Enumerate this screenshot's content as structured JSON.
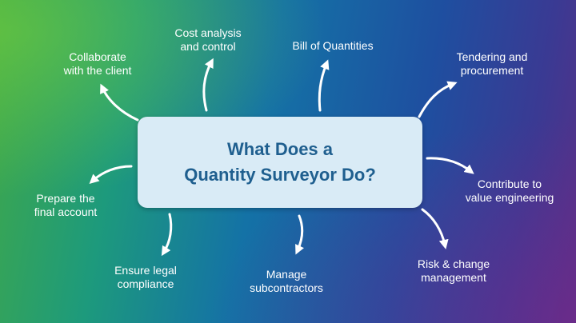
{
  "center": {
    "title": "What Does a\nQuantity Surveyor Do?"
  },
  "items": [
    {
      "id": "collaborate",
      "label": "Collaborate\nwith the client"
    },
    {
      "id": "cost",
      "label": "Cost analysis\nand control"
    },
    {
      "id": "boq",
      "label": "Bill of Quantities"
    },
    {
      "id": "tendering",
      "label": "Tendering and\nprocurement"
    },
    {
      "id": "value",
      "label": "Contribute to\nvalue engineering"
    },
    {
      "id": "risk",
      "label": "Risk & change\nmanagement"
    },
    {
      "id": "subcontractors",
      "label": "Manage\nsubcontractors"
    },
    {
      "id": "legal",
      "label": "Ensure legal\ncompliance"
    },
    {
      "id": "final-account",
      "label": "Prepare the\nfinal account"
    }
  ],
  "colors": {
    "background_left": "#3fa84a",
    "background_right": "#5a2f86",
    "box": "#d9ebf6",
    "title": "#1f5f8f",
    "text": "#ffffff"
  }
}
